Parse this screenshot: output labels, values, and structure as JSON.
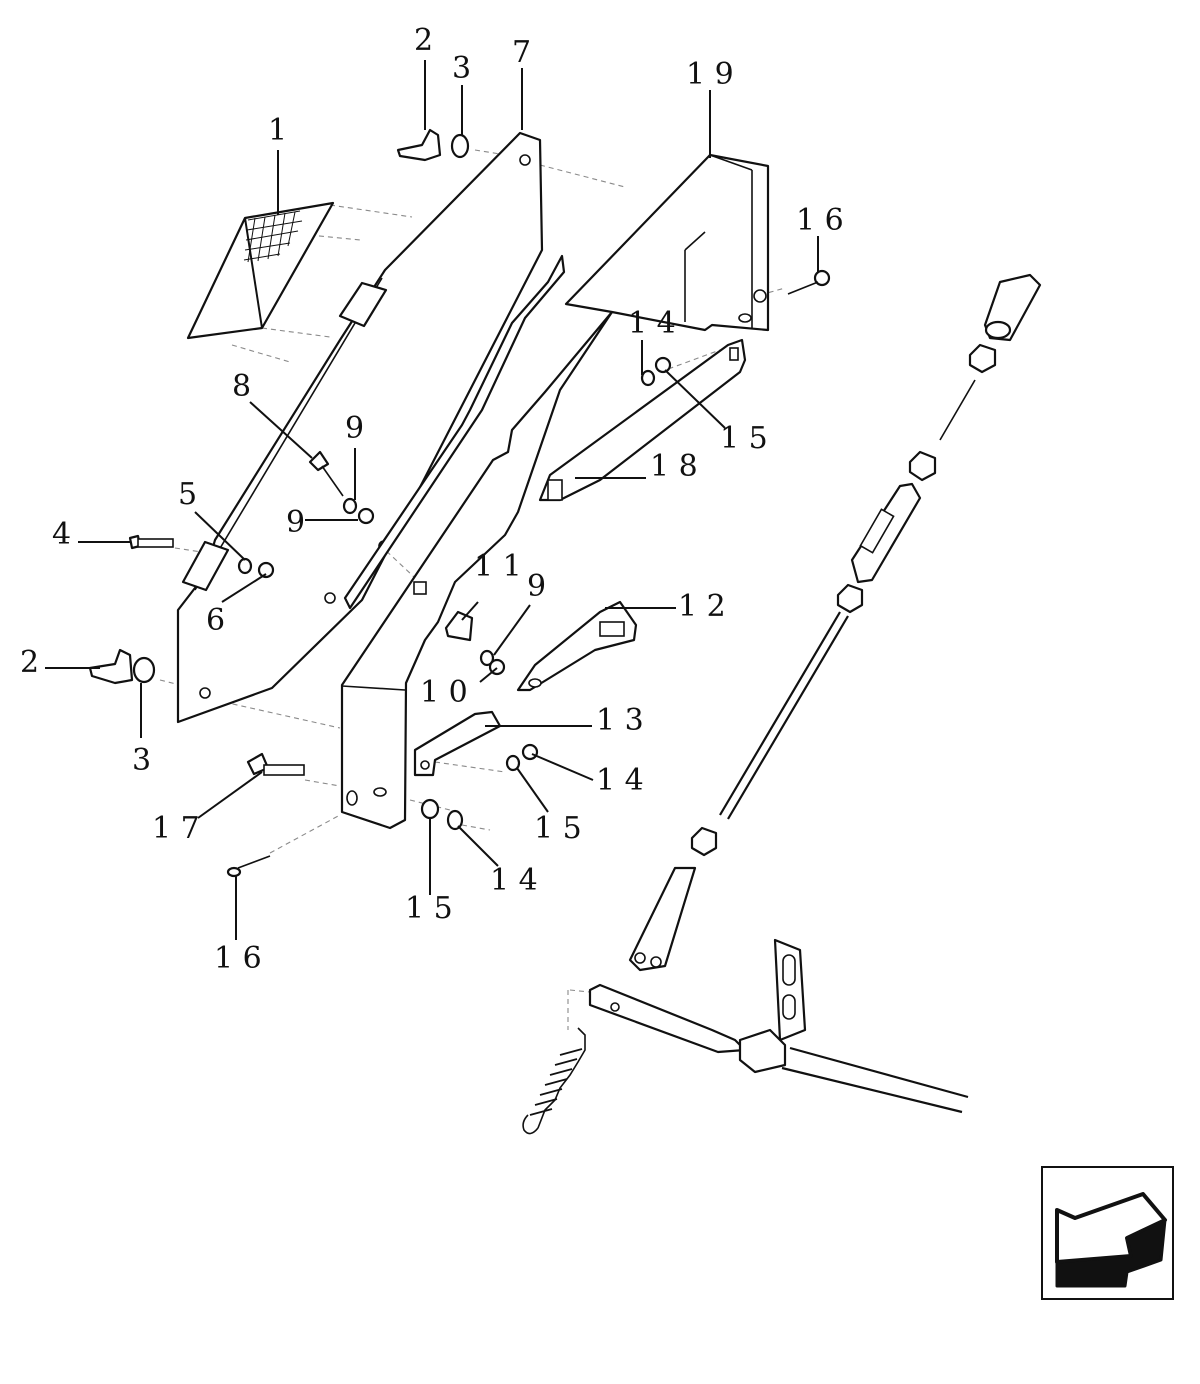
{
  "callouts": [
    {
      "id": "c1",
      "text": "1"
    },
    {
      "id": "c2a",
      "text": "2"
    },
    {
      "id": "c3a",
      "text": "3"
    },
    {
      "id": "c7",
      "text": "7"
    },
    {
      "id": "c19a",
      "text": "1 9"
    },
    {
      "id": "c16a",
      "text": "1 6"
    },
    {
      "id": "c14a",
      "text": "1 4"
    },
    {
      "id": "c15a",
      "text": "1 5"
    },
    {
      "id": "c18",
      "text": "1 8"
    },
    {
      "id": "c8",
      "text": "8"
    },
    {
      "id": "c9a",
      "text": "9"
    },
    {
      "id": "c9b",
      "text": "9"
    },
    {
      "id": "c5",
      "text": "5"
    },
    {
      "id": "c4",
      "text": "4"
    },
    {
      "id": "c6",
      "text": "6"
    },
    {
      "id": "c2b",
      "text": "2"
    },
    {
      "id": "c3b",
      "text": "3"
    },
    {
      "id": "c11",
      "text": "1 1"
    },
    {
      "id": "c9c",
      "text": "9"
    },
    {
      "id": "c12",
      "text": "1 2"
    },
    {
      "id": "c10",
      "text": "1 0"
    },
    {
      "id": "c13",
      "text": "1 3"
    },
    {
      "id": "c14b",
      "text": "1 4"
    },
    {
      "id": "c15b",
      "text": "1 5"
    },
    {
      "id": "c17",
      "text": "1 7"
    },
    {
      "id": "c14c",
      "text": "1 4"
    },
    {
      "id": "c15c",
      "text": "1 5"
    },
    {
      "id": "c16b",
      "text": "1 6"
    }
  ],
  "navigation": {
    "icon": "arrow-back-icon"
  }
}
